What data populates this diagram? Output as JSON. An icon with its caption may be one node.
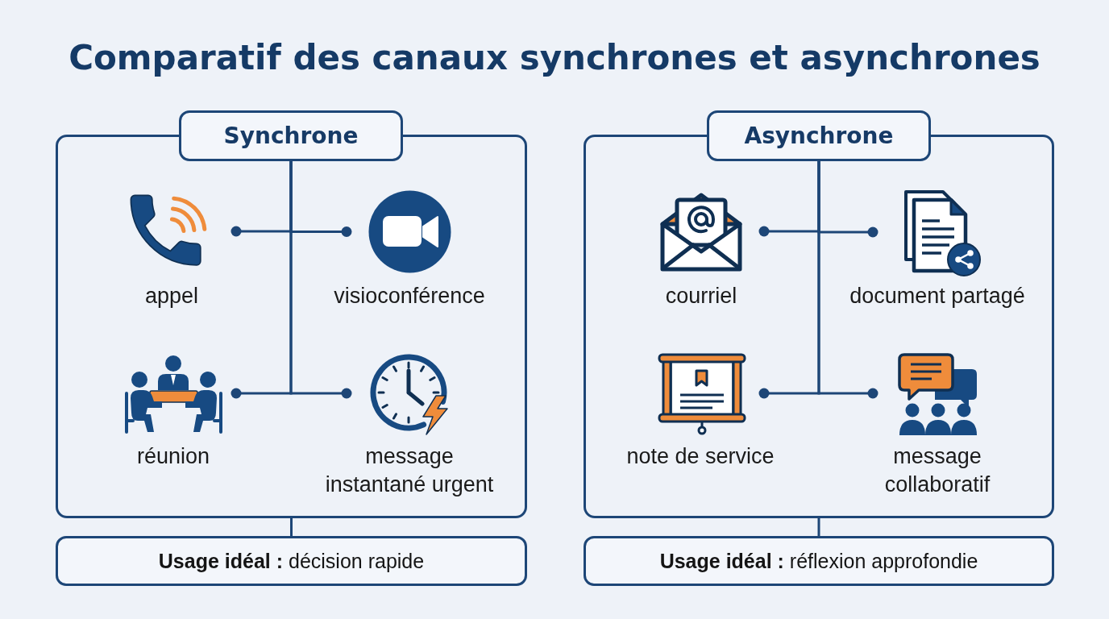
{
  "diagram": {
    "title": "Comparatif des canaux synchrones et asynchrones",
    "nodes": [
      {
        "text": [
          "Synchrone"
        ]
      },
      {
        "text": [],
        "shape": "box"
      },
      {
        "text": [],
        "shape": "picture",
        "in": 1,
        "beside": [
          "appel"
        ]
      },
      {
        "text": [],
        "shape": "picture",
        "in": 1,
        "beside": [
          "visioconférence"
        ]
      },
      {
        "text": [],
        "shape": "picture",
        "in": 1,
        "beside": [
          "réunion"
        ]
      },
      {
        "text": [],
        "shape": "picture",
        "in": 1,
        "beside": [
          "message instantané urgent"
        ]
      },
      {
        "text": [
          "**Usage idéal :** décision rapide"
        ]
      },
      {
        "text": [
          "Asynchrone"
        ]
      },
      {
        "text": [],
        "shape": "box"
      },
      {
        "text": [],
        "shape": "picture",
        "in": 8,
        "beside": [
          "courriel"
        ]
      },
      {
        "text": [],
        "shape": "picture",
        "in": 8,
        "beside": [
          "document partagé"
        ]
      },
      {
        "text": [],
        "shape": "picture",
        "in": 8,
        "beside": [
          "note de service"
        ]
      },
      {
        "text": [],
        "shape": "picture",
        "in": 8,
        "beside": [
          "message collaboratif"
        ]
      },
      {
        "text": [
          "**Usage idéal :** réflexion approfondie"
        ]
      }
    ],
    "edges": [
      {
        "from": 0,
        "to": 2,
        "arrow": "other"
      },
      {
        "from": 0,
        "to": 3,
        "arrow": "other"
      },
      {
        "from": 0,
        "to": 4,
        "arrow": "other"
      },
      {
        "from": 0,
        "to": 5,
        "arrow": "other"
      },
      {
        "from": 1,
        "to": 6,
        "arrow": "none"
      },
      {
        "from": 7,
        "to": 9,
        "arrow": "other"
      },
      {
        "from": 7,
        "to": 10,
        "arrow": "other"
      },
      {
        "from": 7,
        "to": 11,
        "arrow": "other"
      },
      {
        "from": 7,
        "to": 12,
        "arrow": "other"
      },
      {
        "from": 8,
        "to": 13,
        "arrow": "none"
      }
    ]
  }
}
